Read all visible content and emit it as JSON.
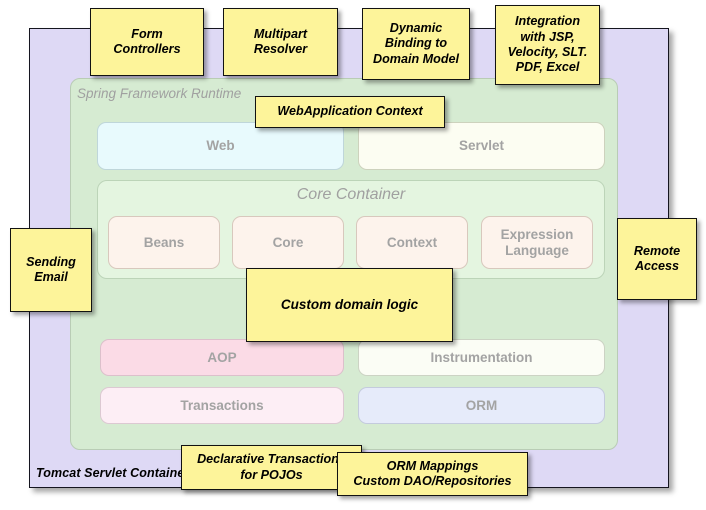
{
  "diagram": {
    "title": "Spring Framework Runtime within Tomcat Servlet Container",
    "colors": {
      "outer_container_fill": "#ded9f5",
      "runtime_fill": "#d6ebd2",
      "core_container_fill": "#e4f5e0",
      "note_fill": "#fdf49a",
      "module_text": "#a3a3a3",
      "label_text": "#a0a0a0"
    }
  },
  "outer_container": {
    "label": "Tomcat Servlet Container"
  },
  "runtime": {
    "label": "Spring Framework Runtime"
  },
  "core_container": {
    "label": "Core Container",
    "modules": [
      {
        "label": "Beans",
        "fill": "#fdf3ec",
        "border": "#d8c8bd"
      },
      {
        "label": "Core",
        "fill": "#fdf3ec",
        "border": "#d8c8bd"
      },
      {
        "label": "Context",
        "fill": "#fdf3ec",
        "border": "#d8c8bd"
      },
      {
        "label": "Expression\nLanguage",
        "fill": "#fdf3ec",
        "border": "#d8c8bd"
      }
    ]
  },
  "web_row": [
    {
      "label": "Web",
      "fill": "#e8fafd",
      "border": "#bfd6da"
    },
    {
      "label": "Servlet",
      "fill": "#fcfdf2",
      "border": "#cdd2bd"
    }
  ],
  "aop_row": [
    {
      "label": "AOP",
      "fill": "#fbdbe6",
      "border": "#dcc0cb"
    },
    {
      "label": "Instrumentation",
      "fill": "#fbfdf5",
      "border": "#ccd3c4"
    }
  ],
  "tx_row": [
    {
      "label": "Transactions",
      "fill": "#fdeef5",
      "border": "#dcc9d2"
    },
    {
      "label": "ORM",
      "fill": "#e6ebfa",
      "border": "#c4cbdd"
    }
  ],
  "notes": [
    {
      "id": "form-controllers",
      "text": "Form\nControllers"
    },
    {
      "id": "multipart-resolver",
      "text": "Multipart\nResolver"
    },
    {
      "id": "dynamic-binding",
      "text": "Dynamic\nBinding to\nDomain Model"
    },
    {
      "id": "integration-views",
      "text": "Integration\nwith JSP,\nVelocity, SLT.\nPDF, Excel"
    },
    {
      "id": "webapplication-context",
      "text": "WebApplication Context"
    },
    {
      "id": "sending-email",
      "text": "Sending\nEmail"
    },
    {
      "id": "remote-access",
      "text": "Remote\nAccess"
    },
    {
      "id": "custom-domain-logic",
      "text": "Custom domain logic"
    },
    {
      "id": "declarative-transactions",
      "text": "Declarative Transactions\nfor POJOs"
    },
    {
      "id": "orm-mappings",
      "text": "ORM Mappings\nCustom DAO/Repositories"
    }
  ]
}
